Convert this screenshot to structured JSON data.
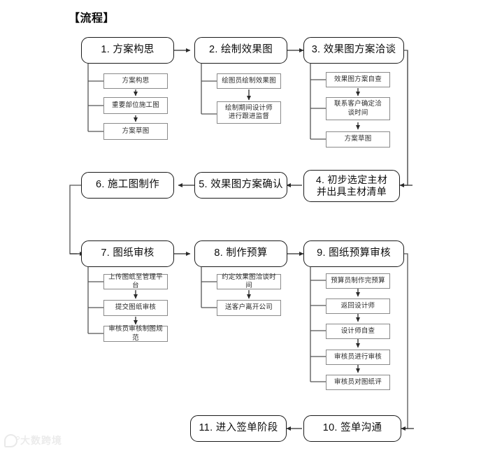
{
  "document": {
    "title": "【流程】",
    "background_color": "#ffffff",
    "stage_border_color": "#1a1a1a",
    "substep_border_color": "#8a8a8a",
    "connector_color": "#3a3a3a"
  },
  "watermark": {
    "text": "大数跨境",
    "icon": "logo-icon",
    "color": "#d9d9d9"
  },
  "stages": [
    {
      "id": "stage-1",
      "label": "1. 方案构思"
    },
    {
      "id": "stage-2",
      "label": "2. 绘制效果图"
    },
    {
      "id": "stage-3",
      "label": "3. 效果图方案洽谈"
    },
    {
      "id": "stage-4",
      "label": "4. 初步选定主材\n并出具主材清单"
    },
    {
      "id": "stage-5",
      "label": "5. 效果图方案确认"
    },
    {
      "id": "stage-6",
      "label": "6. 施工图制作"
    },
    {
      "id": "stage-7",
      "label": "7. 图纸审核"
    },
    {
      "id": "stage-8",
      "label": "8. 制作预算"
    },
    {
      "id": "stage-9",
      "label": "9. 图纸预算审核"
    },
    {
      "id": "stage-10",
      "label": "10. 签单沟通"
    },
    {
      "id": "stage-11",
      "label": "11. 进入签单阶段"
    }
  ],
  "substeps": {
    "stage_1": [
      {
        "label": "方案构思"
      },
      {
        "label": "重要部位施工图"
      },
      {
        "label": "方案草图"
      }
    ],
    "stage_2": [
      {
        "label": "绘图员绘制效果图"
      },
      {
        "label": "绘制期间设计师\n进行跟进监督"
      }
    ],
    "stage_3": [
      {
        "label": "效果图方案自查"
      },
      {
        "label": "联系客户确定洽\n谈时间"
      },
      {
        "label": "方案草图"
      }
    ],
    "stage_7": [
      {
        "label": "上传图纸至管理平台"
      },
      {
        "label": "提交图纸审核"
      },
      {
        "label": "审核员审核制图规范"
      }
    ],
    "stage_8": [
      {
        "label": "约定效果图洽谈时间"
      },
      {
        "label": "送客户离开公司"
      }
    ],
    "stage_9": [
      {
        "label": "预算员制作完预算"
      },
      {
        "label": "返回设计师"
      },
      {
        "label": "设计师自查"
      },
      {
        "label": "审核员进行审核"
      },
      {
        "label": "审核员对图纸评"
      }
    ]
  }
}
